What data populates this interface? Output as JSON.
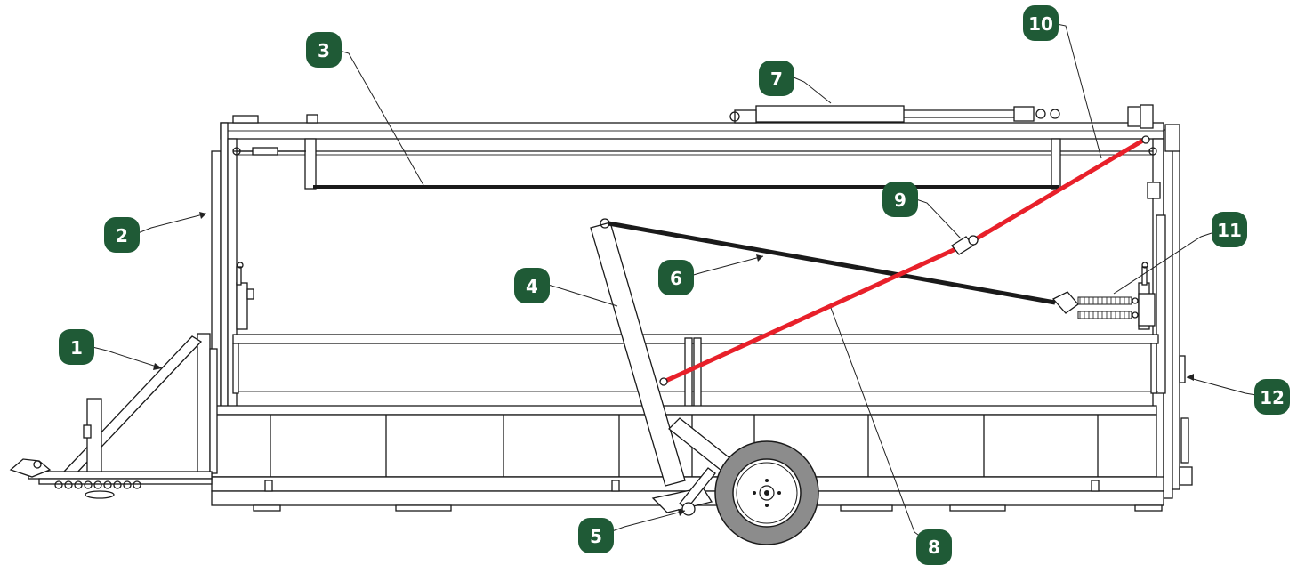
{
  "colors": {
    "badge_fill": "#1f5a36",
    "badge_text": "#ffffff",
    "highlight_rod": "#e8202a",
    "dark_rod": "#1a1a1a",
    "line": "#1a1a1a"
  },
  "callouts": [
    {
      "id": "1",
      "label": "1"
    },
    {
      "id": "2",
      "label": "2"
    },
    {
      "id": "3",
      "label": "3"
    },
    {
      "id": "4",
      "label": "4"
    },
    {
      "id": "5",
      "label": "5"
    },
    {
      "id": "6",
      "label": "6"
    },
    {
      "id": "7",
      "label": "7"
    },
    {
      "id": "8",
      "label": "8"
    },
    {
      "id": "9",
      "label": "9"
    },
    {
      "id": "10",
      "label": "10"
    },
    {
      "id": "11",
      "label": "11"
    },
    {
      "id": "12",
      "label": "12"
    }
  ]
}
